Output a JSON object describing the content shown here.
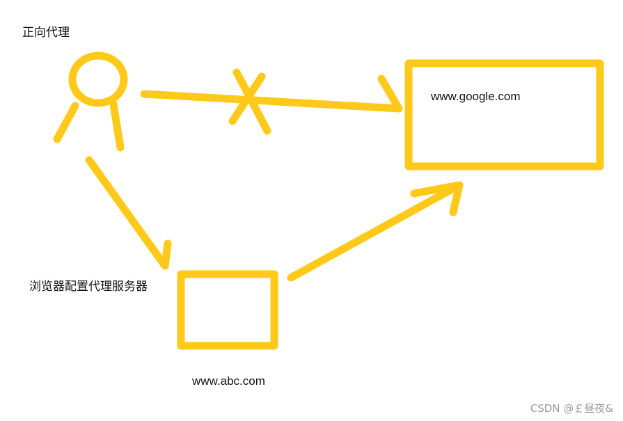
{
  "title": "正向代理",
  "proxy_label": "浏览器配置代理服务器",
  "target_site": "www.google.com",
  "proxy_site": "www.abc.com",
  "watermark": "CSDN @￡昼夜&",
  "colors": {
    "stroke": "#FFC91A",
    "text": "#111111",
    "watermark": "#9a9a9a"
  },
  "icons": {
    "user": "stick-figure-icon",
    "blocked": "cross-mark-icon"
  }
}
